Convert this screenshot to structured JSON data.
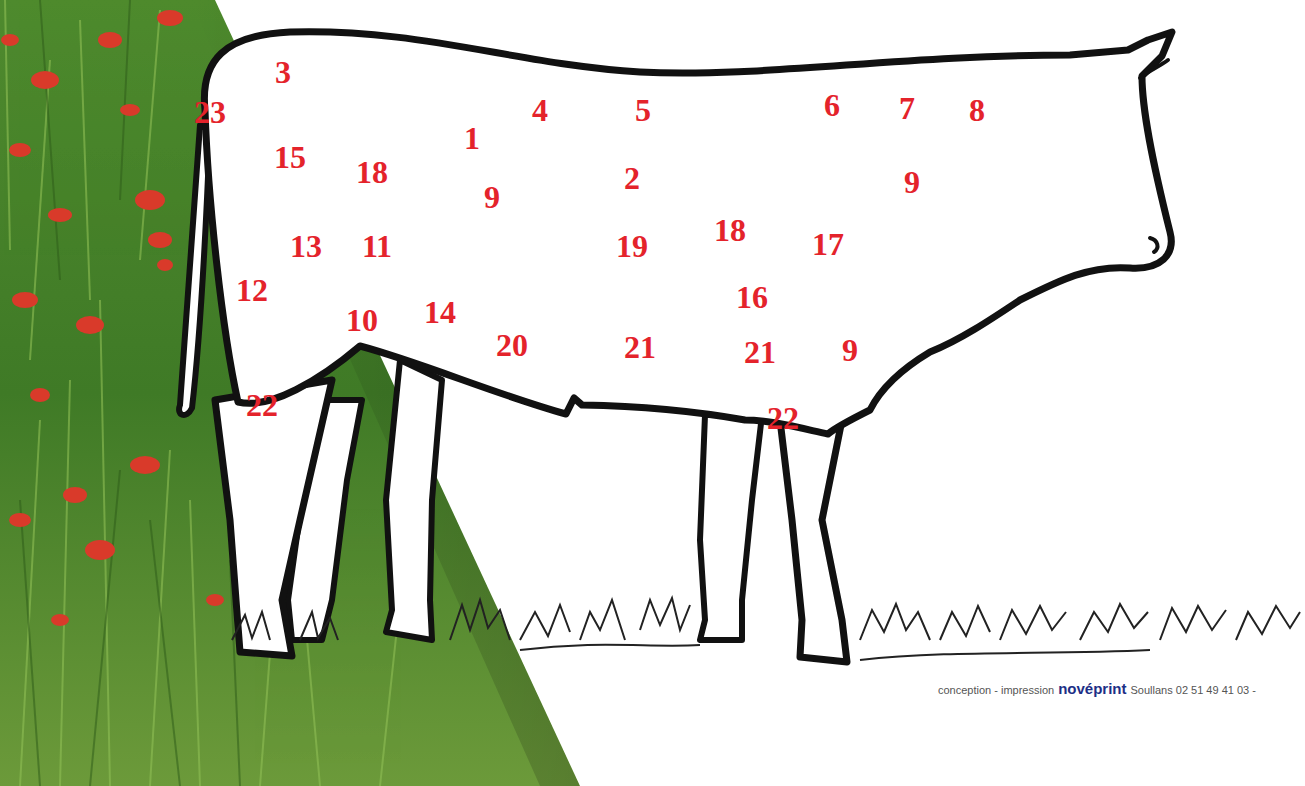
{
  "diagram": {
    "labels": [
      "3",
      "23",
      "4",
      "5",
      "6",
      "7",
      "8",
      "1",
      "15",
      "18",
      "2",
      "9",
      "9",
      "13",
      "11",
      "18",
      "19",
      "17",
      "12",
      "16",
      "10",
      "14",
      "20",
      "21",
      "21",
      "9",
      "22",
      "22",
      "conception - impression",
      "novéprint",
      "Soullans 02 51 49 41 03 -"
    ]
  }
}
